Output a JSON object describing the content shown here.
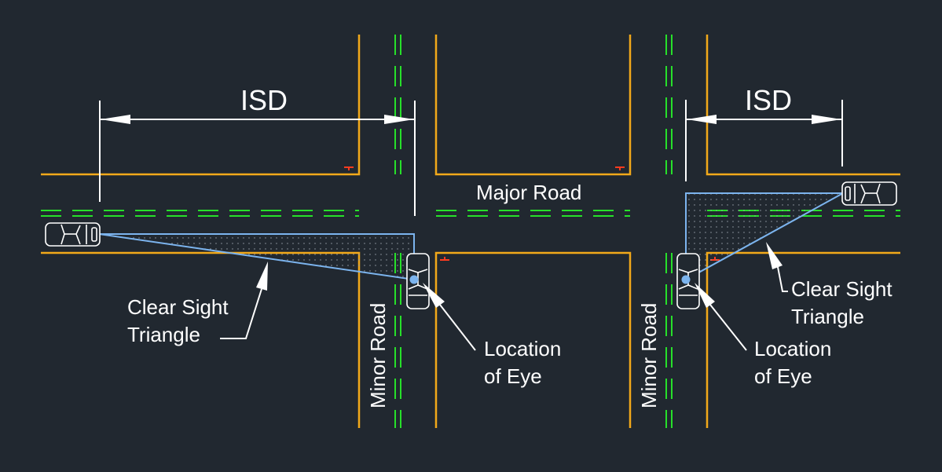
{
  "left": {
    "dimension_label": "ISD",
    "triangle_label": [
      "Clear Sight",
      "Triangle"
    ],
    "eye_label": [
      "Location",
      "of Eye"
    ],
    "minor_road_label": "Minor Road"
  },
  "right": {
    "dimension_label": "ISD",
    "triangle_label": [
      "Clear Sight",
      "Triangle"
    ],
    "eye_label": [
      "Location",
      "of Eye"
    ],
    "minor_road_label": "Minor Road"
  },
  "major_road_label": "Major Road",
  "colors": {
    "background": "#212830",
    "curb": "#f2a91a",
    "centerline": "#27e02a",
    "sight_line": "#7cb4ee",
    "annotation": "#ffffff",
    "marker": "#ff3b1f"
  }
}
